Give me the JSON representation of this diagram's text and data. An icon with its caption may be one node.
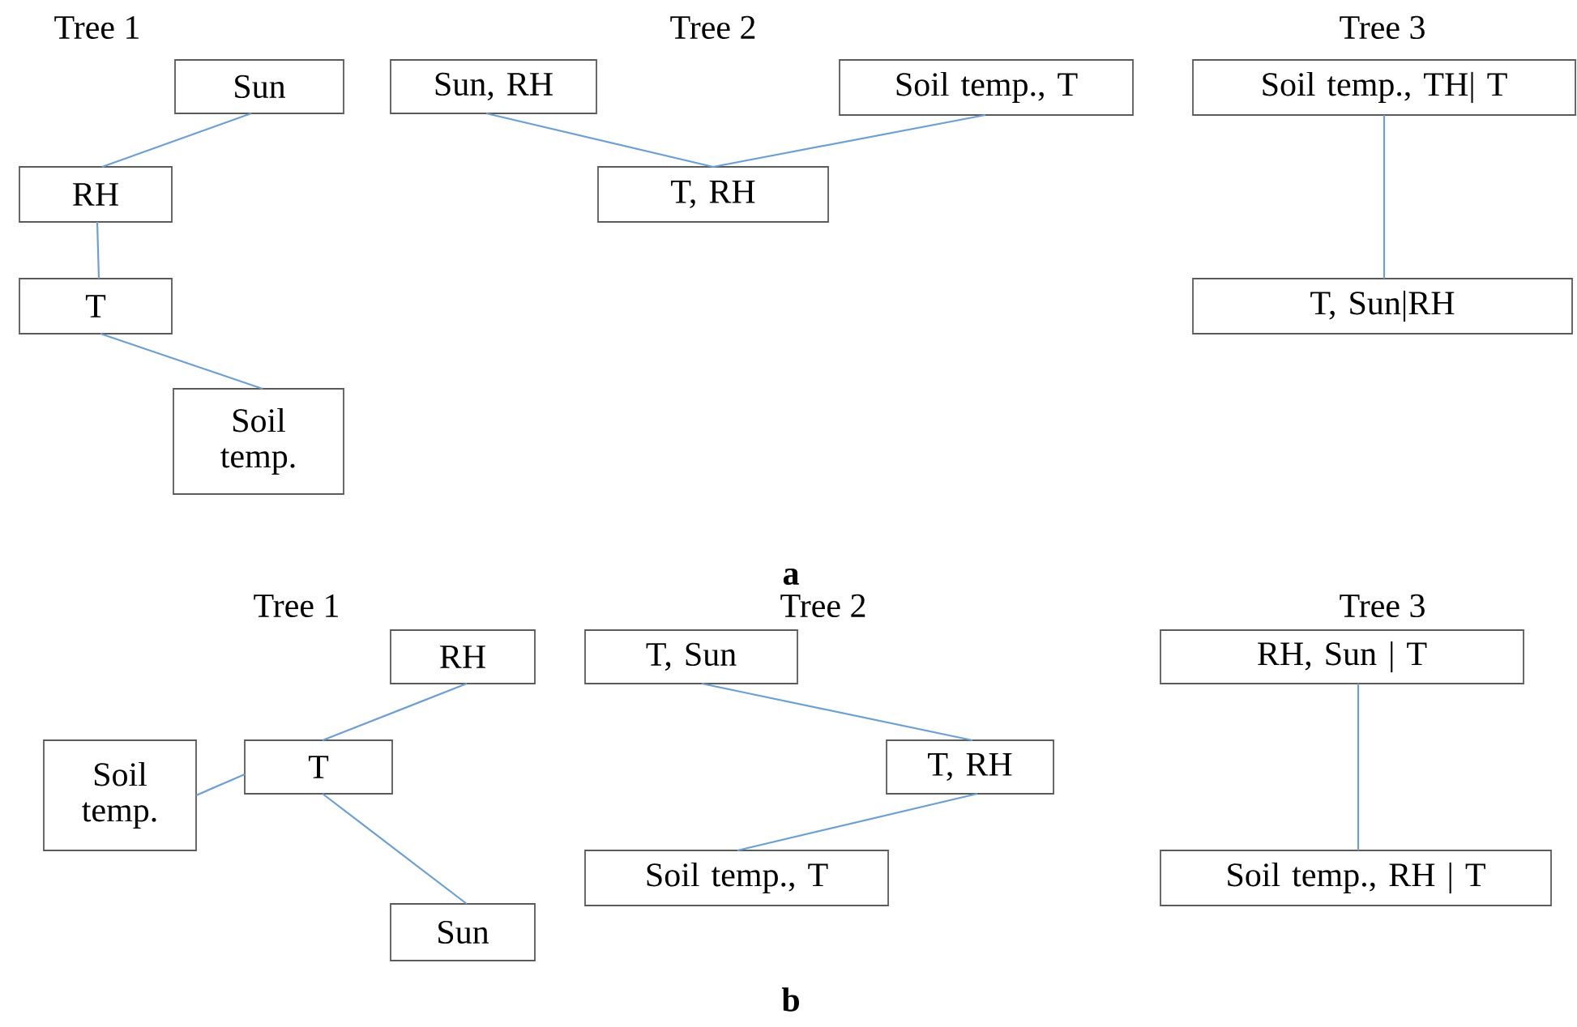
{
  "diagram": {
    "nodes": [
      {
        "text": [
          "Sun"
        ]
      },
      {
        "text": [
          "RH"
        ]
      },
      {
        "text": [
          "T"
        ]
      },
      {
        "text": [
          "Soil temp."
        ]
      },
      {
        "text": [
          "Sun, RH"
        ]
      },
      {
        "text": [
          "Soil temp., T"
        ]
      },
      {
        "text": [
          "T, RH"
        ]
      },
      {
        "text": [
          "Soil temp., TH| T"
        ]
      },
      {
        "text": [
          "T, Sun|RH"
        ]
      },
      {
        "text": [
          "RH"
        ]
      },
      {
        "text": [
          "Soil temp."
        ]
      },
      {
        "text": [
          "T"
        ]
      },
      {
        "text": [
          "Sun"
        ]
      },
      {
        "text": [
          "T, Sun"
        ]
      },
      {
        "text": [
          "T, RH"
        ]
      },
      {
        "text": [
          "Soil temp., T"
        ]
      },
      {
        "text": [
          "RH, Sun | T"
        ]
      },
      {
        "text": [
          "Soil temp., RH | T"
        ]
      }
    ],
    "edges": [
      {
        "from": 0,
        "to": 1,
        "arrow": "none"
      },
      {
        "from": 1,
        "to": 2,
        "arrow": "none"
      },
      {
        "from": 2,
        "to": 3,
        "arrow": "none"
      },
      {
        "from": 4,
        "to": 6,
        "arrow": "none"
      },
      {
        "from": 5,
        "to": 6,
        "arrow": "none"
      },
      {
        "from": 7,
        "to": 8,
        "arrow": "none"
      },
      {
        "from": 9,
        "to": 11,
        "arrow": "none"
      },
      {
        "from": 10,
        "to": 11,
        "arrow": "none"
      },
      {
        "from": 11,
        "to": 12,
        "arrow": "none"
      },
      {
        "from": 13,
        "to": 14,
        "arrow": "none"
      },
      {
        "from": 14,
        "to": 15,
        "arrow": "none"
      },
      {
        "from": 16,
        "to": 17,
        "arrow": "none"
      }
    ],
    "labels": [
      "Tree 1",
      "Tree 2",
      "Tree 3",
      "a",
      "Tree 1",
      "Tree 2",
      "Tree 3",
      "b"
    ]
  }
}
